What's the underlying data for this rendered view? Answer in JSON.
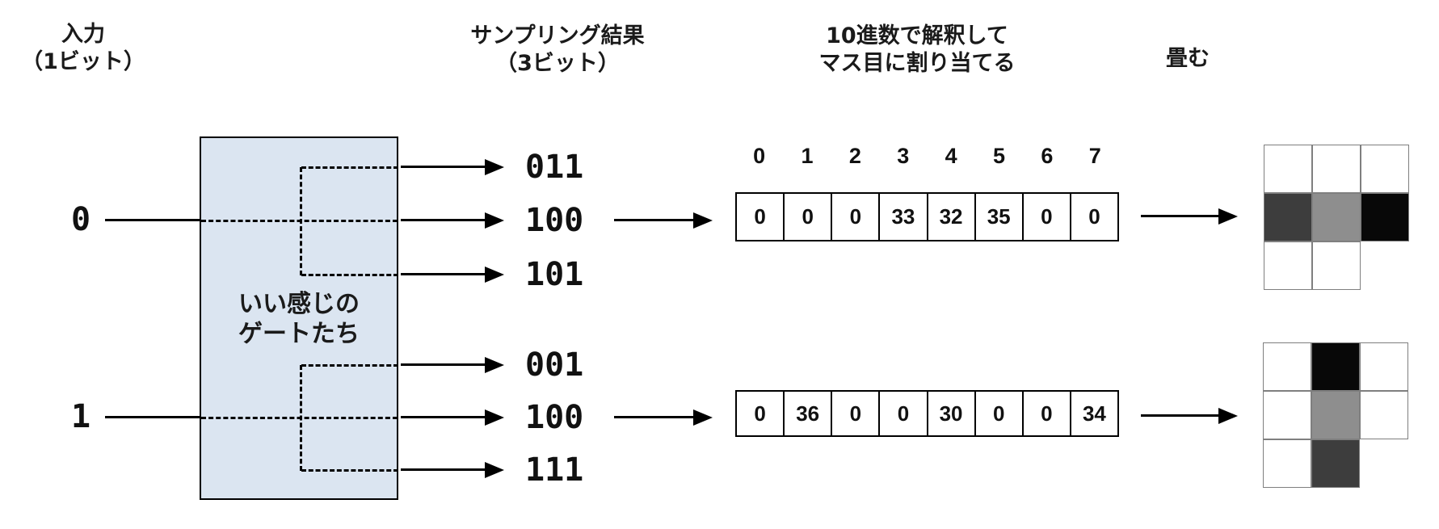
{
  "titles": {
    "input_line1": "入力",
    "input_line2": "（1ビット）",
    "sampling_line1": "サンプリング結果",
    "sampling_line2": "（3ビット）",
    "decimal_line1": "10進数で解釈して",
    "decimal_line2": "マス目に割り当てる",
    "fold": "畳む"
  },
  "gate_box": {
    "line1": "いい感じの",
    "line2": "ゲートたち"
  },
  "index_row": [
    "0",
    "1",
    "2",
    "3",
    "4",
    "5",
    "6",
    "7"
  ],
  "flows": [
    {
      "input_bit": "0",
      "samples": [
        "011",
        "100",
        "101"
      ],
      "cells": [
        "0",
        "0",
        "0",
        "33",
        "32",
        "35",
        "0",
        "0"
      ],
      "grid": [
        [
          "white",
          "white",
          "white"
        ],
        [
          "darkgray",
          "gray",
          "black"
        ],
        [
          "white",
          "white",
          "absent"
        ]
      ]
    },
    {
      "input_bit": "1",
      "samples": [
        "001",
        "100",
        "111"
      ],
      "cells": [
        "0",
        "36",
        "0",
        "0",
        "30",
        "0",
        "0",
        "34"
      ],
      "grid": [
        [
          "white",
          "black",
          "white"
        ],
        [
          "white",
          "gray",
          "white"
        ],
        [
          "white",
          "darkgray",
          "absent"
        ]
      ]
    }
  ],
  "colors": {
    "box_fill": "#dbe5f1",
    "grid_line": "#7f7f7f",
    "black": "#080808",
    "gray": "#8e8e8e",
    "darkgray": "#3d3d3d"
  }
}
